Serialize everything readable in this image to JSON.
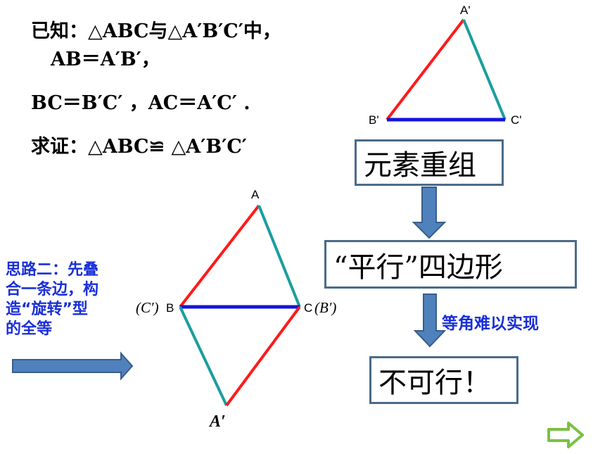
{
  "given": {
    "line1": "已知：△ABC与△A′B′C′中，",
    "line2": "AB＝A′B′，",
    "line3": "BC＝B′C′ ，AC＝A′C′ .",
    "line4": "求证：△ABC≌ △A′B′C′"
  },
  "top_triangle": {
    "label_a": "A'",
    "label_b": "B'",
    "label_c": "C'"
  },
  "bottom_figure": {
    "label_a": "A",
    "label_b": "B",
    "label_b_prefix": "(C′)",
    "label_c": "C",
    "label_c_suffix": "(B′)",
    "label_a_prime": "A′"
  },
  "flow": {
    "box1": "元素重组",
    "box2": "“平行”四边形",
    "note": "等角难以实现",
    "box3": "不可行！"
  },
  "idea": {
    "line1": "思路二：先叠",
    "line2": "合一条边，构",
    "line3": "造“旋转”型",
    "line4": "的全等"
  },
  "colors": {
    "red": "#ff1a1a",
    "teal": "#1a9e9e",
    "blue": "#1414d8",
    "arrow_fill": "#4f81bd",
    "arrow_stroke": "#385d8a",
    "next_arrow": "#7ac143"
  }
}
